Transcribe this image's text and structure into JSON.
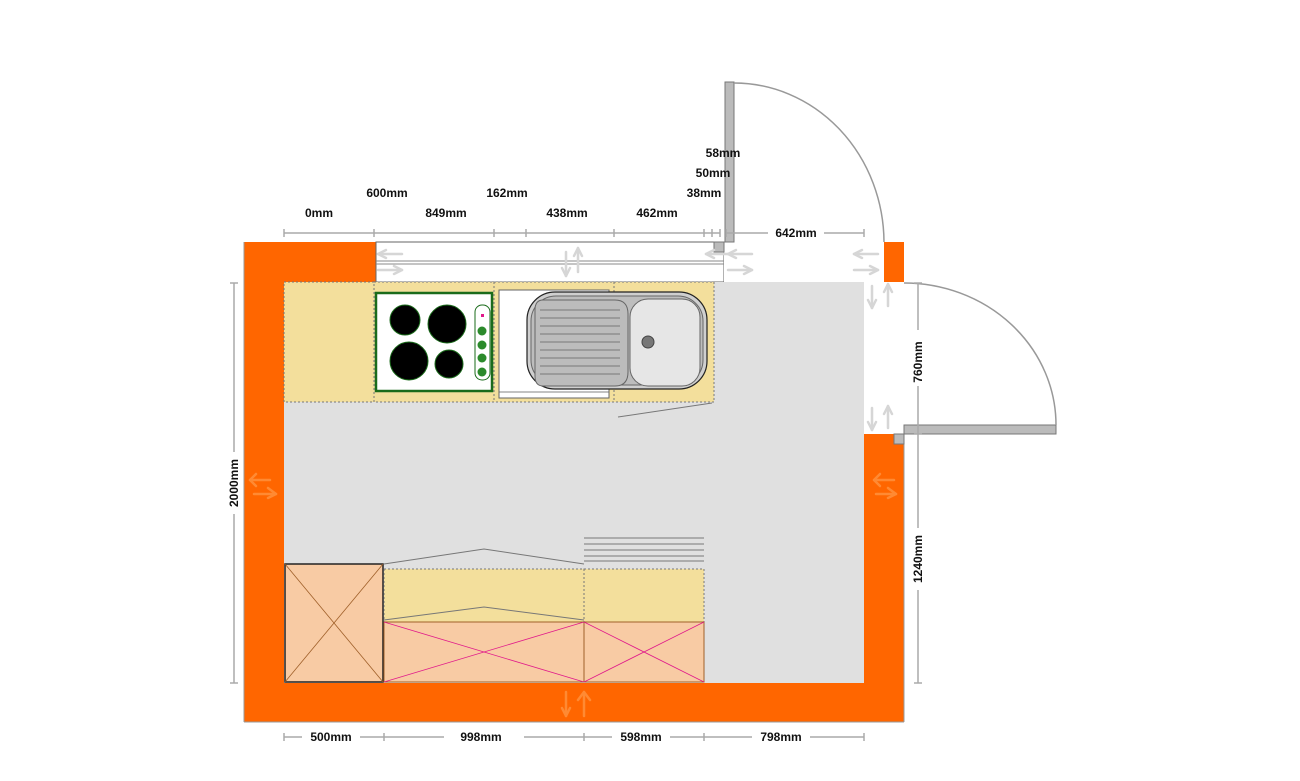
{
  "colors": {
    "wall": "#ff6600",
    "floor": "#e0e0e0",
    "worktop": "#f3df9c",
    "tall_unit": "#f8cba4",
    "hob_frame": "#1a6b1a",
    "window_wall": "#ffffff"
  },
  "dimensions": {
    "top_row1": [
      "0mm",
      "849mm",
      "438mm",
      "462mm"
    ],
    "top_row2": [
      "600mm",
      "162mm",
      "38mm"
    ],
    "top_stack": [
      "50mm",
      "58mm"
    ],
    "door_top": "642mm",
    "left_side": "2000mm",
    "right_upper": "760mm",
    "right_lower": "1240mm",
    "bottom": [
      "500mm",
      "998mm",
      "598mm",
      "798mm"
    ]
  },
  "icons": {
    "hob": "four-ring-hob-icon",
    "sink": "single-bowl-sink-with-drainer-icon",
    "door": "door-swing-icon",
    "appliance": "appliance-cross-icon"
  }
}
